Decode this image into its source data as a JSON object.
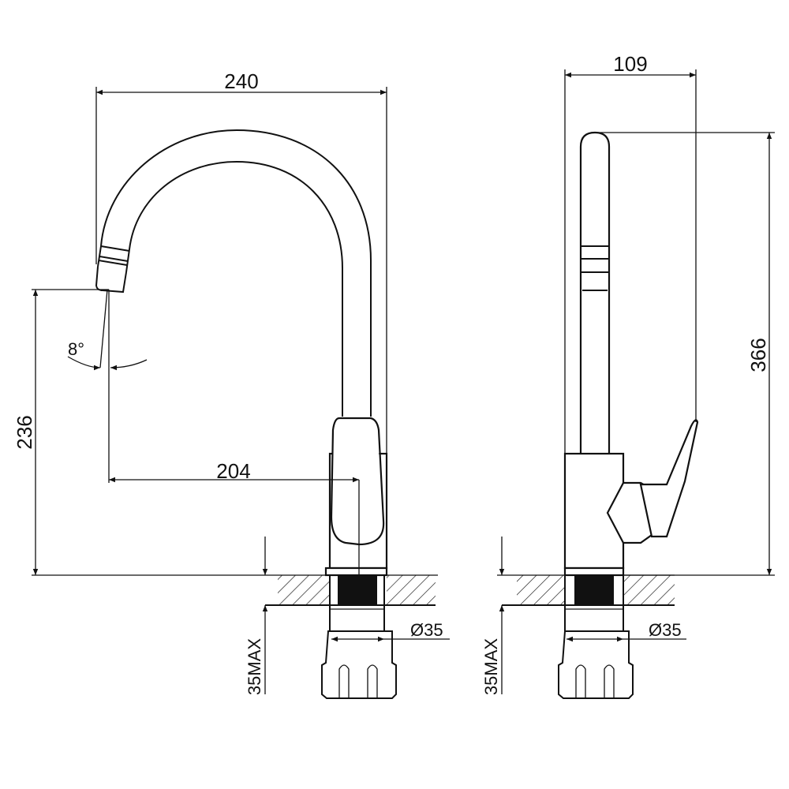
{
  "title": "Kitchen faucet dimension drawing",
  "front_view": {
    "width_total": "240",
    "reach": "204",
    "spout_height": "236",
    "spout_angle": "8°",
    "counter_thickness": "35MAX",
    "hole_diameter": "Ø35"
  },
  "side_view": {
    "depth": "109",
    "total_height": "366",
    "counter_thickness": "35MAX",
    "hole_diameter": "Ø35"
  },
  "colors": {
    "line": "#111111",
    "background": "#ffffff"
  }
}
